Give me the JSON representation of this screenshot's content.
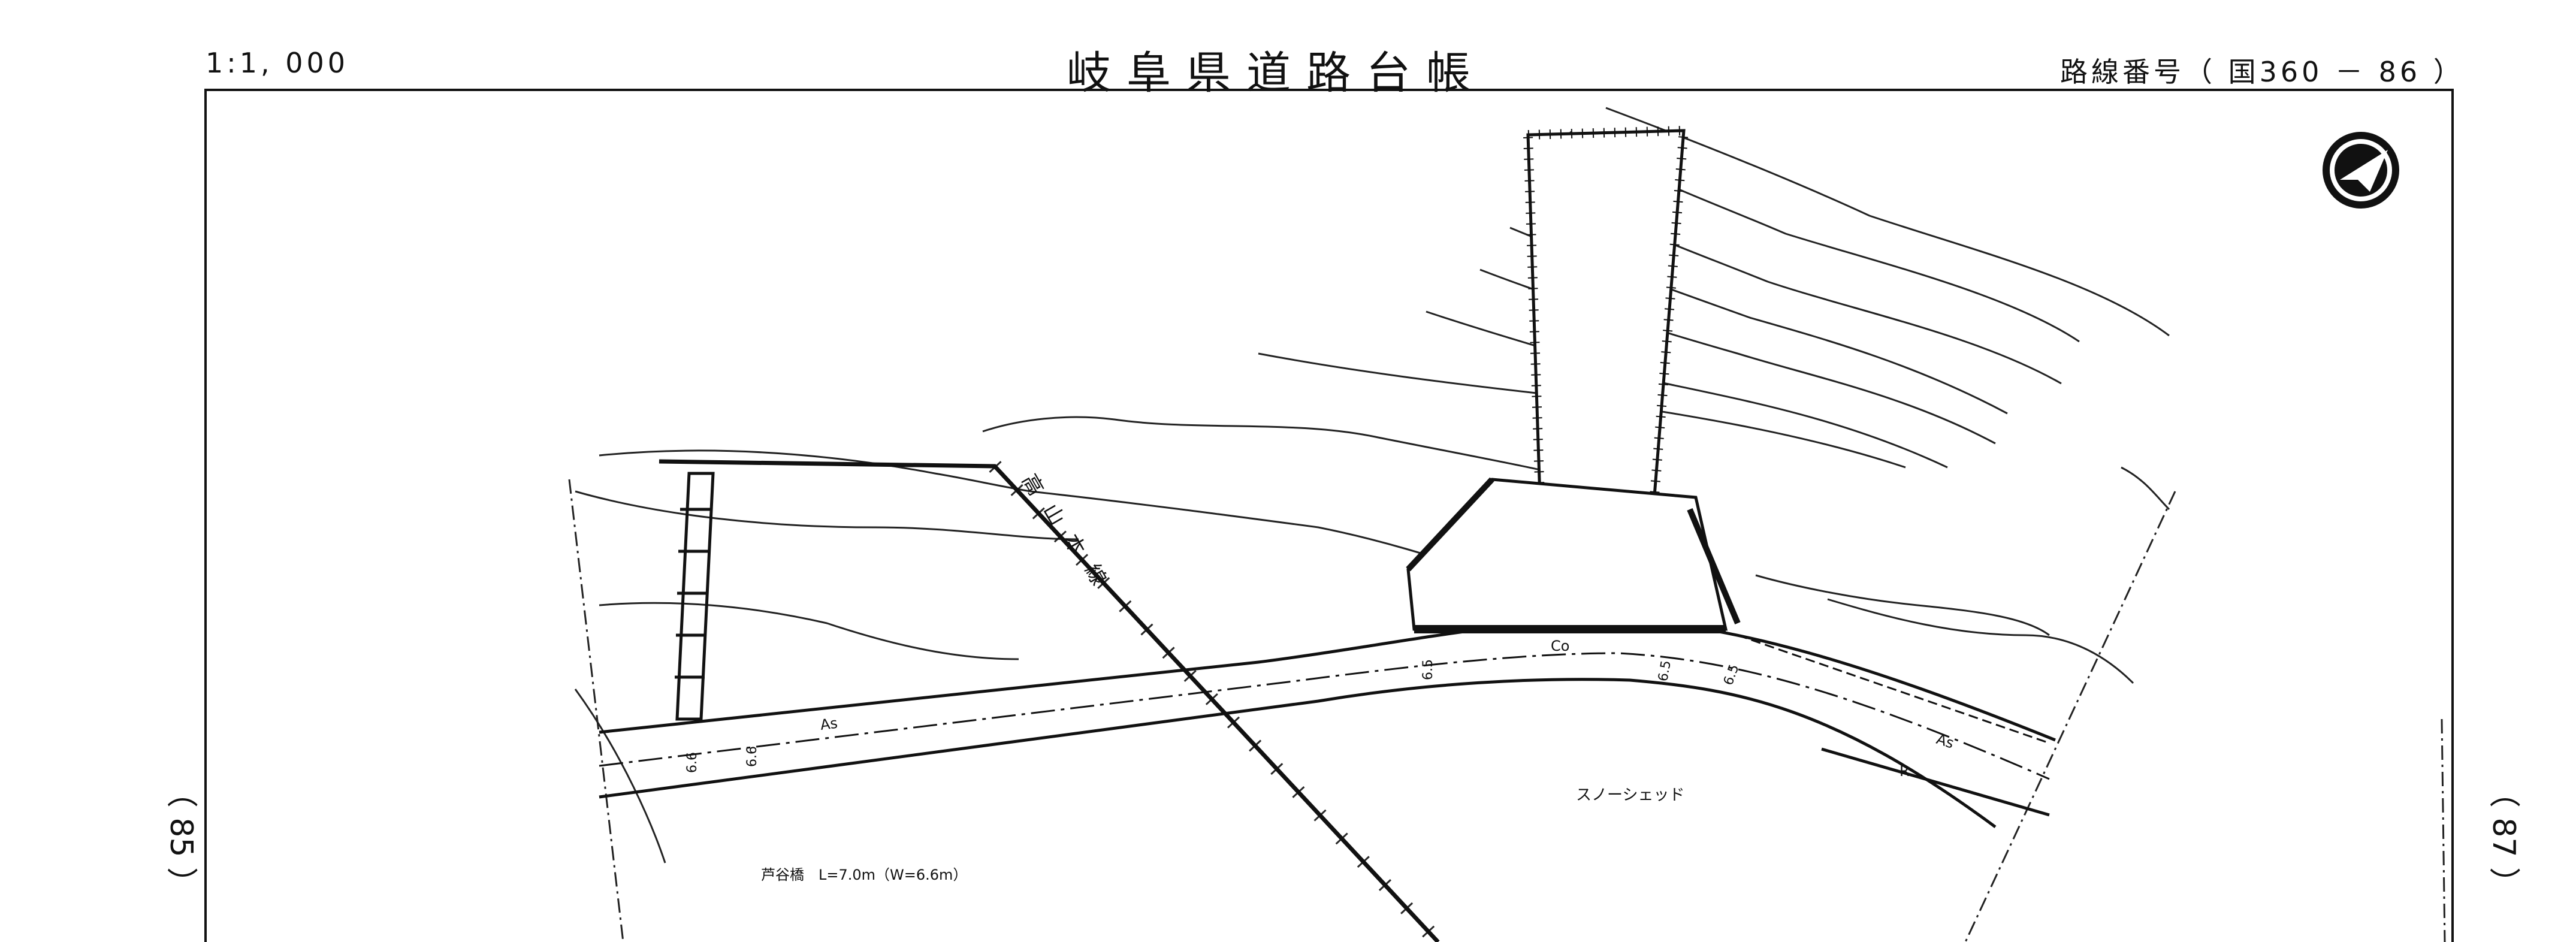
{
  "header": {
    "scale": "1:1, 000",
    "title": "岐阜県道路台帳",
    "route_number": "路線番号（ 国360 － 86 ）"
  },
  "side_refs": {
    "left": "（ 85 ）",
    "right": "（ 87 ）"
  },
  "north_arrow": {
    "icon": "north-arrow-icon"
  },
  "map_labels": {
    "railway": "高山本線",
    "railway_chars": [
      "高",
      "山",
      "本",
      "線"
    ],
    "pavement_as_left": "As",
    "pavement_co": "Co",
    "pavement_as_right": "As",
    "marker_r": "R",
    "snow_shed": "スノーシェッド",
    "bridge": "芦谷橋　L=7.0m（W=6.6m）",
    "width_values": [
      "6.6",
      "6.6",
      "6.5",
      "6.5",
      "6.5"
    ]
  }
}
